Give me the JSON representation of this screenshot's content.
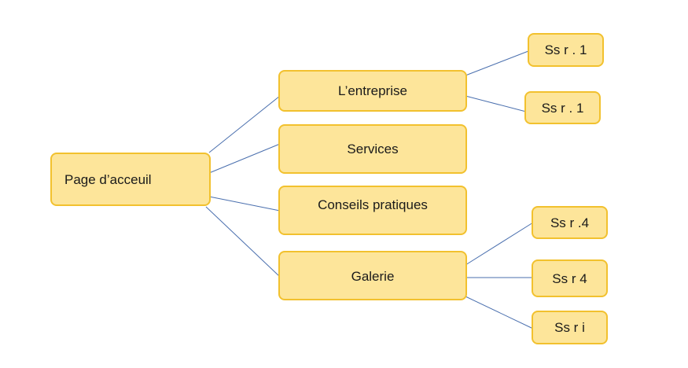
{
  "diagram": {
    "line_color": "#4a6fae",
    "node_fill": "#fde59a",
    "node_border": "#f2c12e",
    "root": {
      "label": "Page d’acceuil"
    },
    "level1": [
      {
        "label": "L’entreprise"
      },
      {
        "label": "Services"
      },
      {
        "label": "Conseils pratiques"
      },
      {
        "label": "Galerie"
      }
    ],
    "level2": [
      {
        "label": "Ss r . 1"
      },
      {
        "label": "Ss r . 1"
      },
      {
        "label": "Ss r .4"
      },
      {
        "label": "Ss r 4"
      },
      {
        "label": "Ss r i"
      }
    ]
  }
}
